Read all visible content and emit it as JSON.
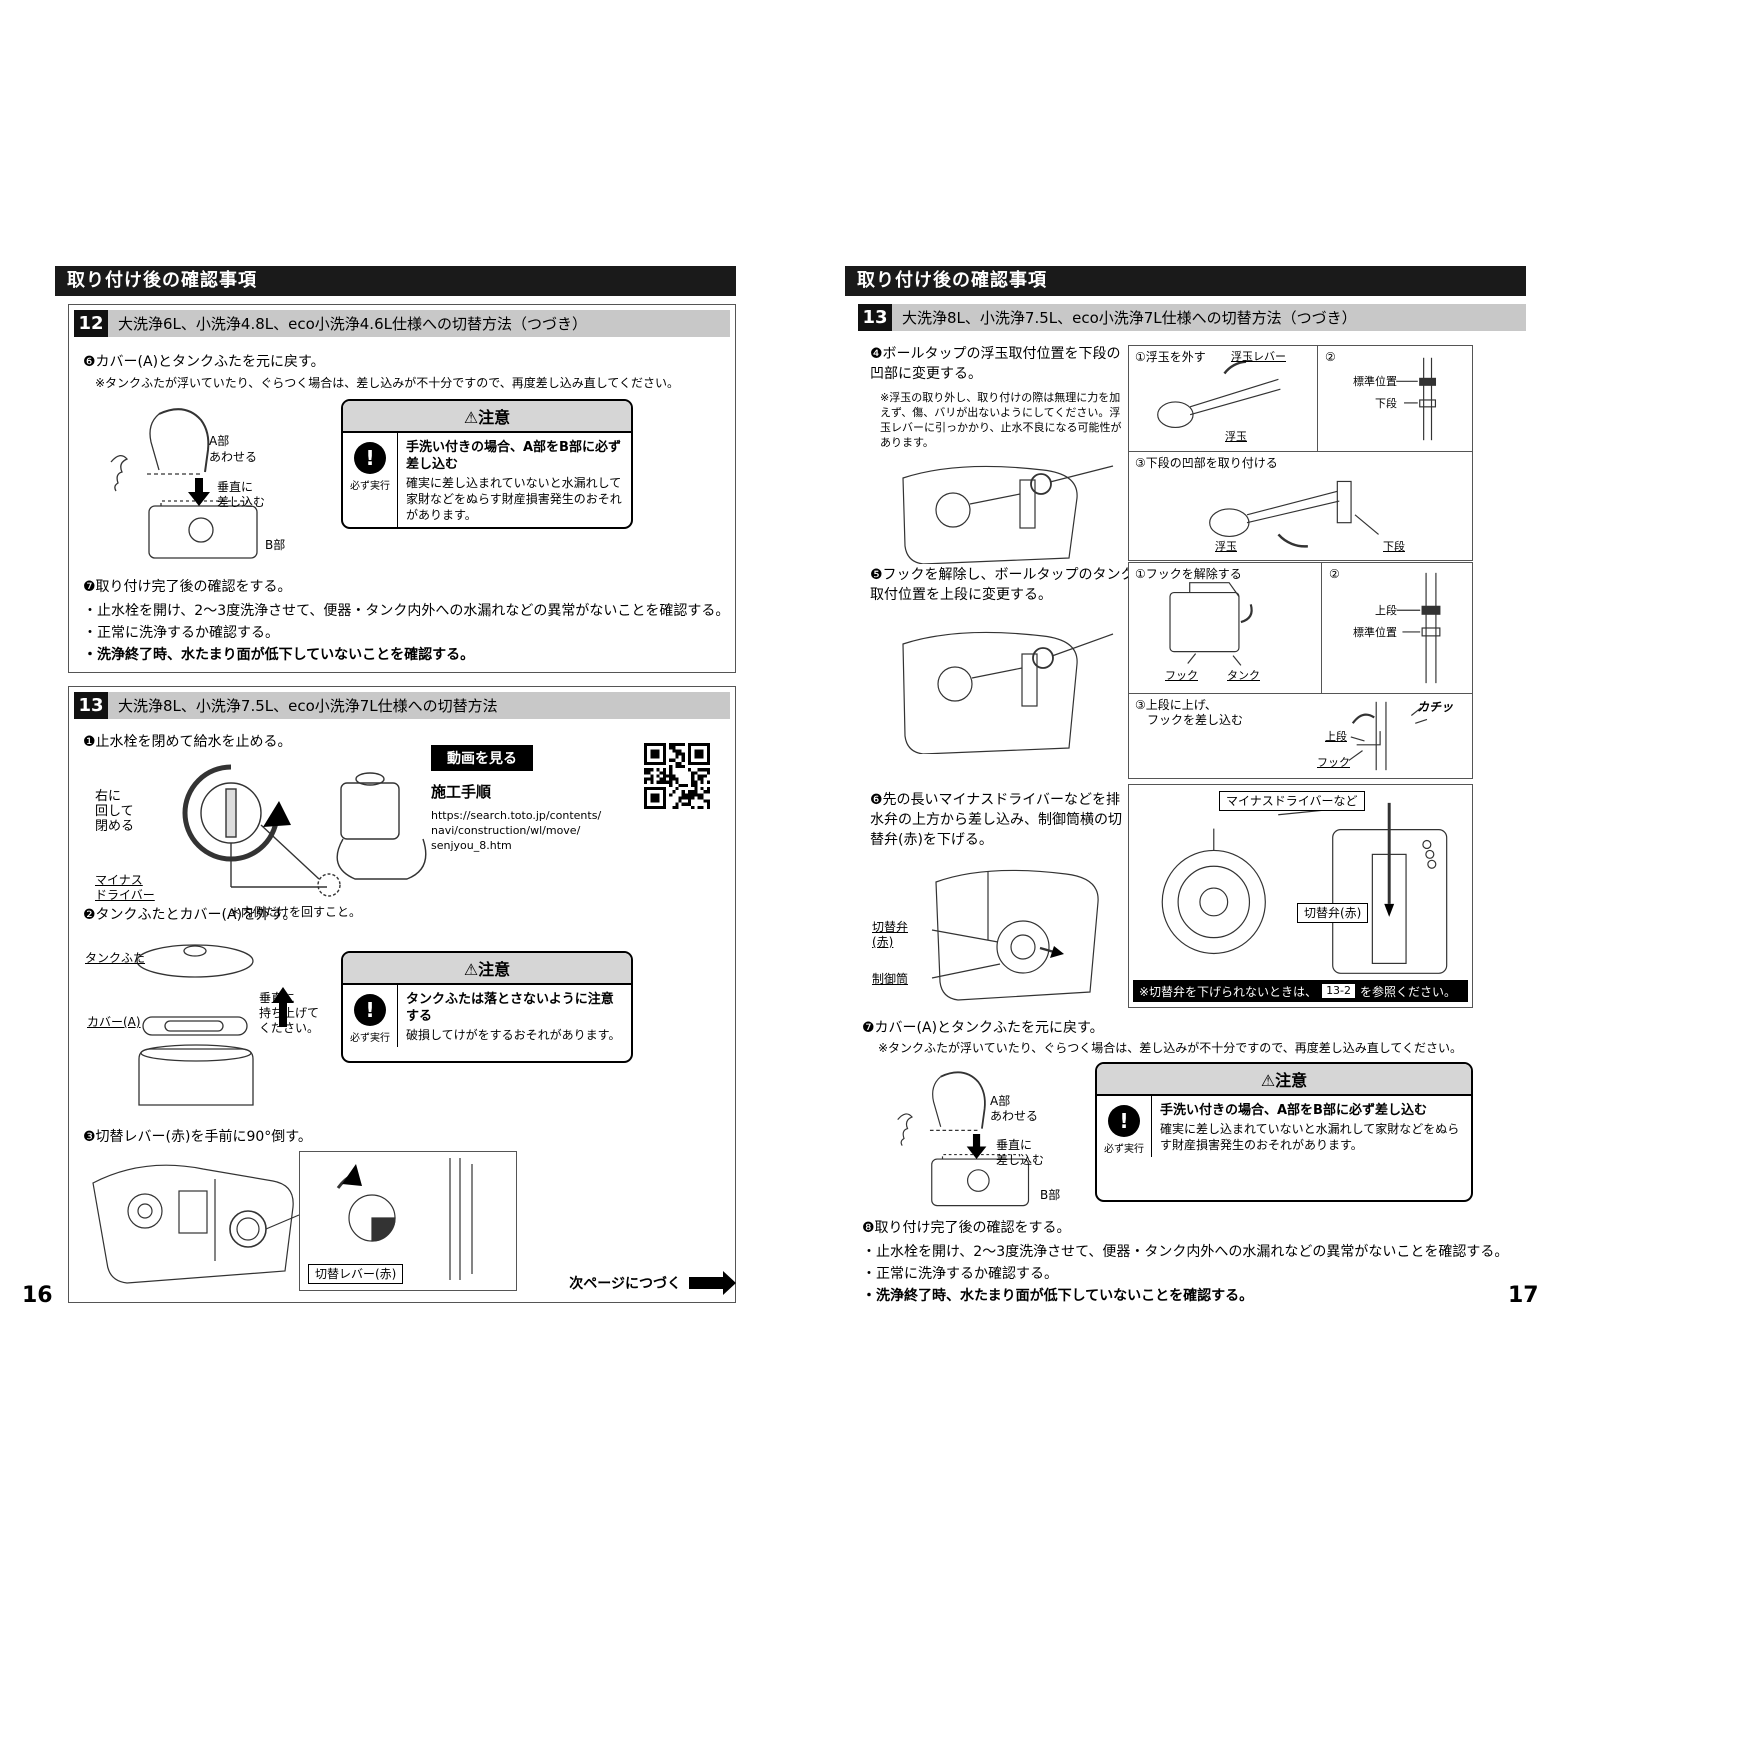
{
  "icons": {
    "warning": "⚠",
    "exclaim": "!"
  },
  "caution_ab": {
    "title": "注意",
    "bold": "手洗い付きの場合、A部をB部に必ず差し込む",
    "body": "確実に差し込まれていないと水漏れして家財などをぬらす財産損害発生のおそれがあります。",
    "must": "必ず実行"
  },
  "left": {
    "page_number": "16",
    "header": "取り付け後の確認事項",
    "sec12": {
      "num": "12",
      "title": "大洗浄6L、小洗浄4.8L、eco小洗浄4.6L仕様への切替方法（つづき）",
      "step6": "❻カバー(A)とタンクふたを元に戻す。",
      "step6_note": "※タンクふたが浮いていたり、ぐらつく場合は、差し込みが不十分ですので、再度差し込み直してください。",
      "diag": {
        "a": "A部",
        "awaseru": "あわせる",
        "vertical": "垂直に\n差し込む",
        "b": "B部"
      },
      "step7": "❼取り付け完了後の確認をする。",
      "bullets": [
        "・止水栓を開け、2〜3度洗浄させて、便器・タンク内外への水漏れなどの異常がないことを確認する。",
        "・正常に洗浄するか確認する。",
        "・洗浄終了時、水たまり面が低下していないことを確認する。"
      ]
    },
    "sec13": {
      "num": "13",
      "title": "大洗浄8L、小洗浄7.5L、eco小洗浄7L仕様への切替方法",
      "step1": "❶止水栓を閉めて給水を止める。",
      "diag1": {
        "rotate": "右に\n回して\n閉める",
        "driver": "マイナス\nドライバー",
        "note": "＊内側だけを回すこと。"
      },
      "video": {
        "bar": "動画を見る",
        "title": "施工手順",
        "url": "https://search.toto.jp/contents/\nnavi/construction/wl/move/\nsenjyou_8.htm"
      },
      "step2": "❷タンクふたとカバー(A)を外す。",
      "diag2": {
        "lid": "タンクふた",
        "cover": "カバー(A)",
        "lift": "垂直に\n持ち上げて\nください。"
      },
      "caution2": {
        "title": "注意",
        "bold": "タンクふたは落とさないように注意する",
        "body": "破損してけがをするおそれがあります。",
        "must": "必ず実行"
      },
      "step3": "❸切替レバー(赤)を手前に90°倒す。",
      "diag3": {
        "lever": "切替レバー(赤)"
      },
      "next": "次ページにつづく"
    }
  },
  "right": {
    "page_number": "17",
    "header": "取り付け後の確認事項",
    "sec": {
      "num": "13",
      "title": "大洗浄8L、小洗浄7.5L、eco小洗浄7L仕様への切替方法（つづき）"
    },
    "step4": "❹ボールタップの浮玉取付位置を下段の凹部に変更する。",
    "step4_note": "※浮玉の取り外し、取り付けの際は無理に力を加えず、傷、バリが出ないようにしてください。浮玉レバーに引っかかり、止水不良になる可能性があります。",
    "d4a": {
      "s1": "①浮玉を外す",
      "lever": "浮玉レバー",
      "s2": "②",
      "standard": "標準位置",
      "lower": "下段",
      "float": "浮玉"
    },
    "d4b": {
      "s3": "③下段の凹部を取り付ける",
      "float": "浮玉",
      "lower": "下段"
    },
    "step5": "❺フックを解除し、ボールタップのタンク取付位置を上段に変更する。",
    "d5a": {
      "s1": "①フックを解除する",
      "s2": "②",
      "upper": "上段",
      "standard": "標準位置",
      "hook": "フック",
      "tank": "タンク"
    },
    "d5b": {
      "s3": "③上段に上げ、\n　フックを差し込む",
      "click": "カチッ",
      "upper": "上段",
      "hook": "フック"
    },
    "step6": "❻先の長いマイナスドライバーなどを排水弁の上方から差し込み、制御筒横の切替弁(赤)を下げる。",
    "d6": {
      "driver": "マイナスドライバーなど",
      "valve": "切替弁(赤)",
      "valve_side": "切替弁\n(赤)",
      "tube": "制御筒",
      "note_pre": "※切替弁を下げられないときは、",
      "ref": "13-2",
      "note_post": "を参照ください。"
    },
    "step7": "❼カバー(A)とタンクふたを元に戻す。",
    "step7_note": "※タンクふたが浮いていたり、ぐらつく場合は、差し込みが不十分ですので、再度差し込み直してください。",
    "diag7": {
      "a": "A部",
      "awaseru": "あわせる",
      "vertical": "垂直に\n差し込む",
      "b": "B部"
    },
    "step8": "❽取り付け完了後の確認をする。",
    "bullets": [
      "・止水栓を開け、2〜3度洗浄させて、便器・タンク内外への水漏れなどの異常がないことを確認する。",
      "・正常に洗浄するか確認する。",
      "・洗浄終了時、水たまり面が低下していないことを確認する。"
    ]
  }
}
